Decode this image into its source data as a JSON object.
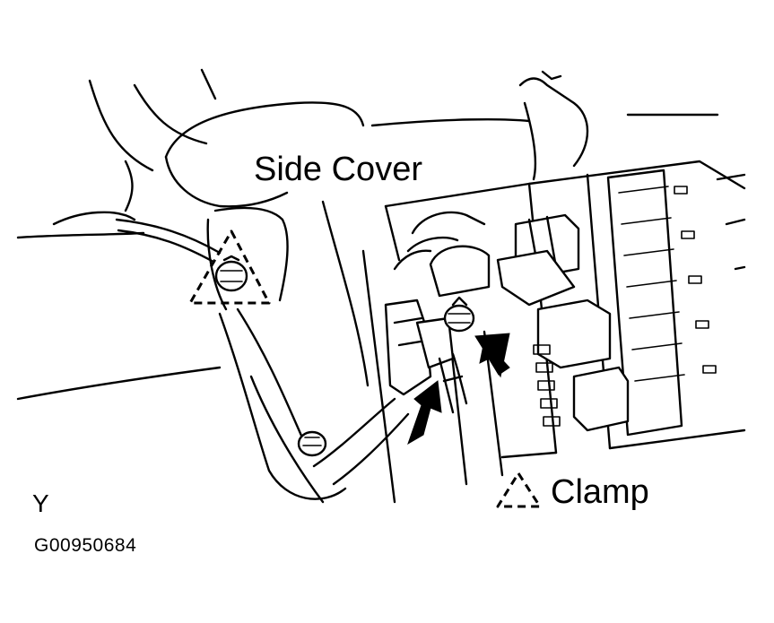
{
  "labels": {
    "side_cover": "Side Cover",
    "clamp": "Clamp",
    "view_marker": "Y",
    "figure_code": "G00950684"
  },
  "colors": {
    "ink": "#000000",
    "background": "#ffffff"
  },
  "icons": {
    "clamp_legend": "dashed-triangle-icon",
    "pointer": "filled-arrow-icon"
  }
}
